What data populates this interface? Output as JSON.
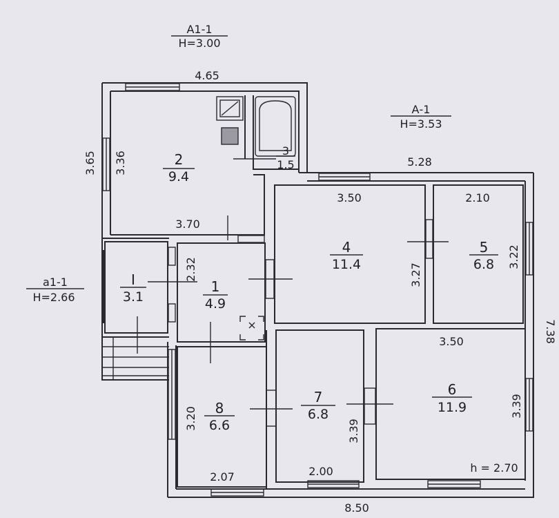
{
  "blocks": {
    "a1_1": {
      "name": "А1-1",
      "height": "H=3.00"
    },
    "a_1": {
      "name": "А-1",
      "height": "H=3.53"
    },
    "small_a1_1": {
      "name": "а1-1",
      "height": "H=2.66"
    }
  },
  "dimensions": {
    "top_a1": "4.65",
    "left_a1": "3.65",
    "room2_height": "3.36",
    "room2_width": "3.70",
    "top_a": "5.28",
    "room4_width": "3.50",
    "room5_width": "2.10",
    "room4_height": "3.27",
    "room5_height": "3.22",
    "right_total": "7.38",
    "room1_height": "2.32",
    "room6_width": "3.50",
    "room6_height": "3.39",
    "room7_height": "3.39",
    "room8_height": "3.20",
    "room8_width": "2.07",
    "room7_width": "2.00",
    "bottom_total": "8.50",
    "room6_ceiling": "h  =  2.70"
  },
  "rooms": [
    {
      "number": "2",
      "area": "9.4"
    },
    {
      "number": "3",
      "area": "1.5"
    },
    {
      "number": "4",
      "area": "11.4"
    },
    {
      "number": "5",
      "area": "6.8"
    },
    {
      "number": "I",
      "area": "3.1"
    },
    {
      "number": "1",
      "area": "4.9"
    },
    {
      "number": "8",
      "area": "6.6"
    },
    {
      "number": "7",
      "area": "6.8"
    },
    {
      "number": "6",
      "area": "11.9"
    }
  ]
}
